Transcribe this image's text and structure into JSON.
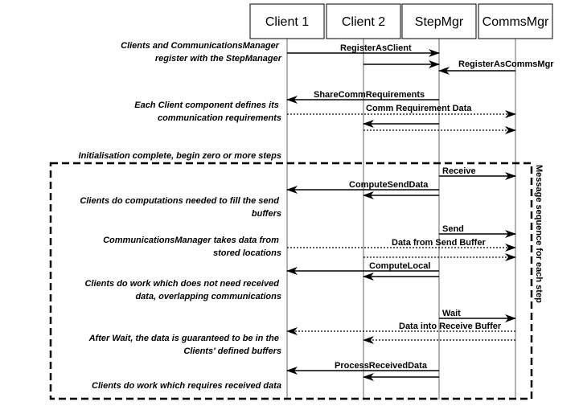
{
  "participants": [
    {
      "id": "client1",
      "label": "Client 1"
    },
    {
      "id": "client2",
      "label": "Client 2"
    },
    {
      "id": "stepmgr",
      "label": "StepMgr"
    },
    {
      "id": "commsmgr",
      "label": "CommsMgr"
    }
  ],
  "notes": [
    {
      "id": "register",
      "lines": [
        "Clients and CommunicationsManager",
        "register with the StepManager"
      ]
    },
    {
      "id": "define",
      "lines": [
        "Each Client component defines its",
        "communication requirements"
      ]
    },
    {
      "id": "init",
      "lines": [
        "Initialisation complete, begin zero or more steps"
      ]
    },
    {
      "id": "compute",
      "lines": [
        "Clients do computations needed to fill the send",
        "buffers"
      ]
    },
    {
      "id": "takes",
      "lines": [
        "CommunicationsManager takes data from",
        "stored locations"
      ]
    },
    {
      "id": "work",
      "lines": [
        "Clients do work which does not need received",
        "data, overlapping communications"
      ]
    },
    {
      "id": "afterwait",
      "lines": [
        "After Wait, the data is guaranteed to be in the",
        "Clients' defined buffers"
      ]
    },
    {
      "id": "final",
      "lines": [
        "Clients do work which requires received data"
      ]
    }
  ],
  "messages": [
    {
      "label": "RegisterAsClient"
    },
    {
      "label": ""
    },
    {
      "label": "RegisterAsCommsMgr"
    },
    {
      "label": "ShareCommRequirements"
    },
    {
      "label": "Comm Requirement Data"
    },
    {
      "label": ""
    },
    {
      "label": ""
    },
    {
      "label": "Receive"
    },
    {
      "label": "ComputeSendData"
    },
    {
      "label": ""
    },
    {
      "label": "Send"
    },
    {
      "label": "Data from Send Buffer"
    },
    {
      "label": ""
    },
    {
      "label": "ComputeLocal"
    },
    {
      "label": ""
    },
    {
      "label": "Wait"
    },
    {
      "label": "Data into Receive Buffer"
    },
    {
      "label": ""
    },
    {
      "label": "ProcessReceivedData"
    },
    {
      "label": ""
    }
  ],
  "loop": {
    "label": "Message sequence for each step"
  }
}
